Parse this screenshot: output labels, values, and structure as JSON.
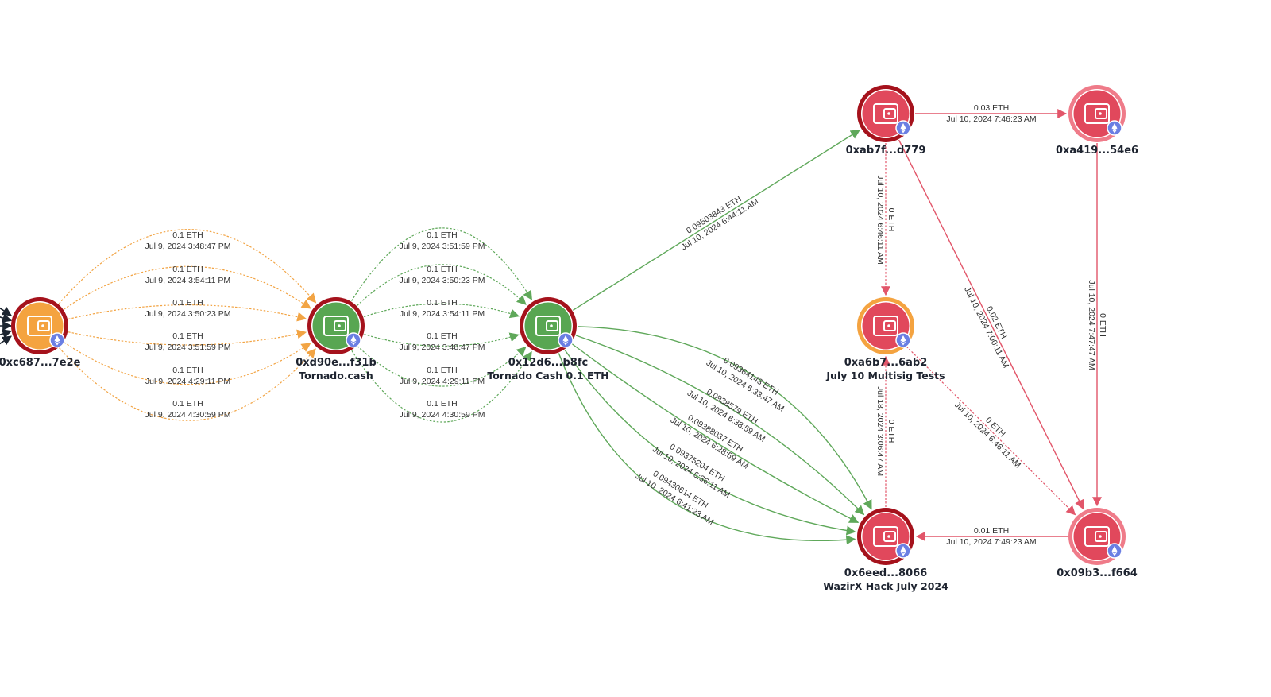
{
  "colors": {
    "orange_edge": "#f2a444",
    "green_edge": "#5fa85a",
    "red_edge": "#e2566a",
    "incoming_edge": "#1c2530",
    "eth_badge": "#6b7fe3"
  },
  "nodes": [
    {
      "id": "c687",
      "address": "0xc687...7e2e",
      "name": "",
      "fill": "#f4a340",
      "ring": "#a5121c",
      "icon": "wallet-icon"
    },
    {
      "id": "d90e",
      "address": "0xd90e...f31b",
      "name": "Tornado.cash",
      "fill": "#58a652",
      "ring": "#a5121c",
      "icon": "wallet-icon"
    },
    {
      "id": "12d6",
      "address": "0x12d6...b8fc",
      "name": "Tornado Cash 0.1 ETH",
      "fill": "#58a652",
      "ring": "#a5121c",
      "icon": "wallet-icon"
    },
    {
      "id": "ab7f",
      "address": "0xab7f...d779",
      "name": "",
      "fill": "#e1485c",
      "ring": "#a5121c",
      "icon": "wallet-icon"
    },
    {
      "id": "a419",
      "address": "0xa419...54e6",
      "name": "",
      "fill": "#e1485c",
      "ring": "#ef7b89",
      "icon": "wallet-icon"
    },
    {
      "id": "a6b7",
      "address": "0xa6b7...6ab2",
      "name": "July 10 Multisig Tests",
      "fill": "#e1485c",
      "ring": "#f4a340",
      "icon": "wallet-icon"
    },
    {
      "id": "6eed",
      "address": "0x6eed...8066",
      "name": "WazirX Hack July 2024",
      "fill": "#e1485c",
      "ring": "#a5121c",
      "icon": "wallet-icon"
    },
    {
      "id": "09b3",
      "address": "0x09b3...f664",
      "name": "",
      "fill": "#e1485c",
      "ring": "#ef7b89",
      "icon": "wallet-icon"
    }
  ],
  "edges": [
    {
      "from": "c687",
      "to": "d90e",
      "amount": "0.1 ETH",
      "time": "Jul 9, 2024 3:48:47 PM",
      "color": "orange",
      "dashed": true
    },
    {
      "from": "c687",
      "to": "d90e",
      "amount": "0.1 ETH",
      "time": "Jul 9, 2024 3:54:11 PM",
      "color": "orange",
      "dashed": true
    },
    {
      "from": "c687",
      "to": "d90e",
      "amount": "0.1 ETH",
      "time": "Jul 9, 2024 3:50:23 PM",
      "color": "orange",
      "dashed": true
    },
    {
      "from": "c687",
      "to": "d90e",
      "amount": "0.1 ETH",
      "time": "Jul 9, 2024 3:51:59 PM",
      "color": "orange",
      "dashed": true
    },
    {
      "from": "c687",
      "to": "d90e",
      "amount": "0.1 ETH",
      "time": "Jul 9, 2024 4:29:11 PM",
      "color": "orange",
      "dashed": true
    },
    {
      "from": "c687",
      "to": "d90e",
      "amount": "0.1 ETH",
      "time": "Jul 9, 2024 4:30:59 PM",
      "color": "orange",
      "dashed": true
    },
    {
      "from": "d90e",
      "to": "12d6",
      "amount": "0.1 ETH",
      "time": "Jul 9, 2024 3:51:59 PM",
      "color": "green",
      "dashed": true
    },
    {
      "from": "d90e",
      "to": "12d6",
      "amount": "0.1 ETH",
      "time": "Jul 9, 2024 3:50:23 PM",
      "color": "green",
      "dashed": true
    },
    {
      "from": "d90e",
      "to": "12d6",
      "amount": "0.1 ETH",
      "time": "Jul 9, 2024 3:54:11 PM",
      "color": "green",
      "dashed": true
    },
    {
      "from": "d90e",
      "to": "12d6",
      "amount": "0.1 ETH",
      "time": "Jul 9, 2024 3:48:47 PM",
      "color": "green",
      "dashed": true
    },
    {
      "from": "d90e",
      "to": "12d6",
      "amount": "0.1 ETH",
      "time": "Jul 9, 2024 4:29:11 PM",
      "color": "green",
      "dashed": true
    },
    {
      "from": "d90e",
      "to": "12d6",
      "amount": "0.1 ETH",
      "time": "Jul 9, 2024 4:30:59 PM",
      "color": "green",
      "dashed": true
    },
    {
      "from": "12d6",
      "to": "ab7f",
      "amount": "0.09503843 ETH",
      "time": "Jul 10, 2024 6:44:11 AM",
      "color": "green",
      "dashed": false
    },
    {
      "from": "12d6",
      "to": "6eed",
      "amount": "0.09364143 ETH",
      "time": "Jul 10, 2024 6:33:47 AM",
      "color": "green",
      "dashed": false
    },
    {
      "from": "12d6",
      "to": "6eed",
      "amount": "0.0938579 ETH",
      "time": "Jul 10, 2024 6:38:59 AM",
      "color": "green",
      "dashed": false
    },
    {
      "from": "12d6",
      "to": "6eed",
      "amount": "0.09388037 ETH",
      "time": "Jul 10, 2024 6:28:59 AM",
      "color": "green",
      "dashed": false
    },
    {
      "from": "12d6",
      "to": "6eed",
      "amount": "0.09375204 ETH",
      "time": "Jul 10, 2024 6:36:11 AM",
      "color": "green",
      "dashed": false
    },
    {
      "from": "12d6",
      "to": "6eed",
      "amount": "0.09430614 ETH",
      "time": "Jul 10, 2024 6:41:23 AM",
      "color": "green",
      "dashed": false
    },
    {
      "from": "ab7f",
      "to": "a419",
      "amount": "0.03 ETH",
      "time": "Jul 10, 2024 7:46:23 AM",
      "color": "red",
      "dashed": false
    },
    {
      "from": "ab7f",
      "to": "a6b7",
      "amount": "0 ETH",
      "time": "Jul 10, 2024 6:46:11 AM",
      "color": "red",
      "dashed": true
    },
    {
      "from": "ab7f",
      "to": "09b3",
      "amount": "0.02 ETH",
      "time": "Jul 10, 2024 7:00:11 AM",
      "color": "red",
      "dashed": false
    },
    {
      "from": "a419",
      "to": "09b3",
      "amount": "0 ETH",
      "time": "Jul 10, 2024 7:47:47 AM",
      "color": "red",
      "dashed": false
    },
    {
      "from": "a6b7",
      "to": "09b3",
      "amount": "0 ETH",
      "time": "Jul 10, 2024 6:46:11 AM",
      "color": "red",
      "dashed": true
    },
    {
      "from": "6eed",
      "to": "a6b7",
      "amount": "0 ETH",
      "time": "Jul 18, 2024 3:06:47 AM",
      "color": "red",
      "dashed": true
    },
    {
      "from": "09b3",
      "to": "6eed",
      "amount": "0.01 ETH",
      "time": "Jul 10, 2024 7:49:23 AM",
      "color": "red",
      "dashed": false
    }
  ]
}
